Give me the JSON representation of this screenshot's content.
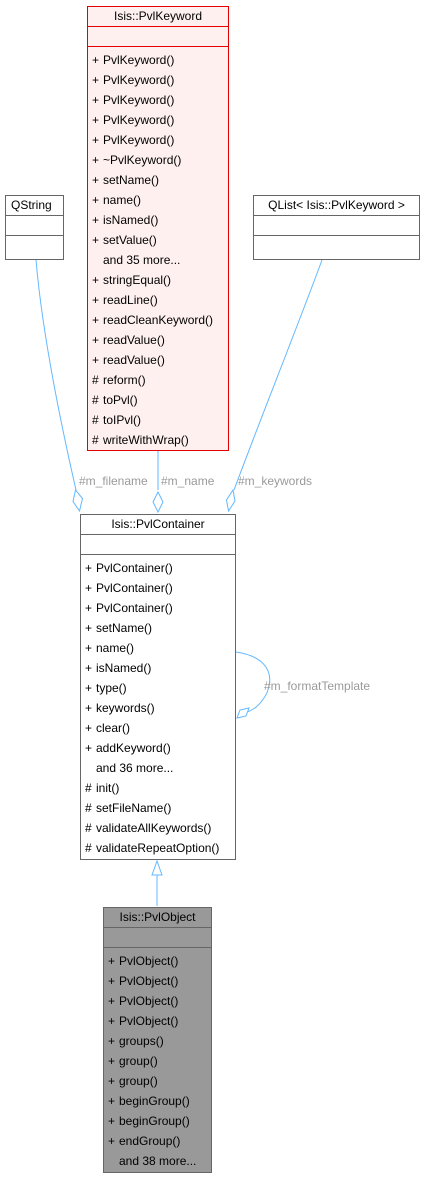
{
  "classes": {
    "keyword": {
      "name": "Isis::PvlKeyword",
      "ops": [
        {
          "vis": "+",
          "label": "PvlKeyword()"
        },
        {
          "vis": "+",
          "label": "PvlKeyword()"
        },
        {
          "vis": "+",
          "label": "PvlKeyword()"
        },
        {
          "vis": "+",
          "label": "PvlKeyword()"
        },
        {
          "vis": "+",
          "label": "PvlKeyword()"
        },
        {
          "vis": "+",
          "label": "~PvlKeyword()"
        },
        {
          "vis": "+",
          "label": "setName()"
        },
        {
          "vis": "+",
          "label": "name()"
        },
        {
          "vis": "+",
          "label": "isNamed()"
        },
        {
          "vis": "+",
          "label": "setValue()"
        },
        {
          "vis": "",
          "label": "and 35 more..."
        },
        {
          "vis": "+",
          "label": "stringEqual()"
        },
        {
          "vis": "+",
          "label": "readLine()"
        },
        {
          "vis": "+",
          "label": "readCleanKeyword()"
        },
        {
          "vis": "+",
          "label": "readValue()"
        },
        {
          "vis": "+",
          "label": "readValue()"
        },
        {
          "vis": "#",
          "label": "reform()"
        },
        {
          "vis": "#",
          "label": "toPvl()"
        },
        {
          "vis": "#",
          "label": "toIPvl()"
        },
        {
          "vis": "#",
          "label": "writeWithWrap()"
        }
      ]
    },
    "qstring": {
      "name": "QString"
    },
    "qlist": {
      "name": "QList< Isis::PvlKeyword >"
    },
    "container": {
      "name": "Isis::PvlContainer",
      "ops": [
        {
          "vis": "+",
          "label": "PvlContainer()"
        },
        {
          "vis": "+",
          "label": "PvlContainer()"
        },
        {
          "vis": "+",
          "label": "PvlContainer()"
        },
        {
          "vis": "+",
          "label": "setName()"
        },
        {
          "vis": "+",
          "label": "name()"
        },
        {
          "vis": "+",
          "label": "isNamed()"
        },
        {
          "vis": "+",
          "label": "type()"
        },
        {
          "vis": "+",
          "label": "keywords()"
        },
        {
          "vis": "+",
          "label": "clear()"
        },
        {
          "vis": "+",
          "label": "addKeyword()"
        },
        {
          "vis": "",
          "label": "and 36 more..."
        },
        {
          "vis": "#",
          "label": "init()"
        },
        {
          "vis": "#",
          "label": "setFileName()"
        },
        {
          "vis": "#",
          "label": "validateAllKeywords()"
        },
        {
          "vis": "#",
          "label": "validateRepeatOption()"
        }
      ]
    },
    "object": {
      "name": "Isis::PvlObject",
      "ops": [
        {
          "vis": "+",
          "label": "PvlObject()"
        },
        {
          "vis": "+",
          "label": "PvlObject()"
        },
        {
          "vis": "+",
          "label": "PvlObject()"
        },
        {
          "vis": "+",
          "label": "PvlObject()"
        },
        {
          "vis": "+",
          "label": "groups()"
        },
        {
          "vis": "+",
          "label": "group()"
        },
        {
          "vis": "+",
          "label": "group()"
        },
        {
          "vis": "+",
          "label": "beginGroup()"
        },
        {
          "vis": "+",
          "label": "beginGroup()"
        },
        {
          "vis": "+",
          "label": "endGroup()"
        },
        {
          "vis": "",
          "label": "and 38 more..."
        }
      ]
    }
  },
  "edges": {
    "filename": "#m_filename",
    "name": "#m_name",
    "keywords": "#m_keywords",
    "format_template": "#m_formatTemplate"
  },
  "colors": {
    "edge": "#63b8ff",
    "label": "#9a9a9a",
    "highlight_border": "#e60000",
    "highlight_fill": "#fff0f0",
    "focus_fill": "#999999",
    "border": "#666666"
  }
}
